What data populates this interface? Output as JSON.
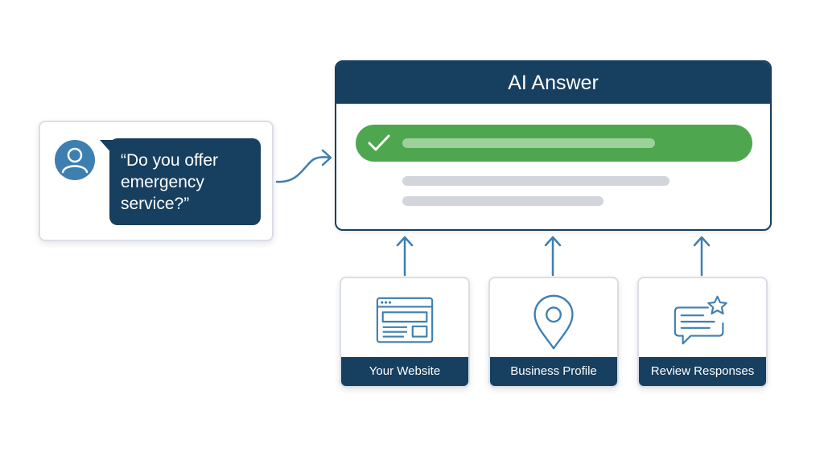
{
  "question": {
    "text": "“Do you offer emergency service?”"
  },
  "answer_panel": {
    "title": "AI Answer"
  },
  "sources": [
    {
      "label": "Your Website",
      "icon": "browser-window-icon"
    },
    {
      "label": "Business Profile",
      "icon": "map-pin-icon"
    },
    {
      "label": "Review Responses",
      "icon": "review-bubble-star-icon"
    }
  ],
  "colors": {
    "navy": "#173f5f",
    "green": "#4ea74f",
    "accent_blue": "#3d7fb0",
    "gray": "#d2d5db"
  }
}
